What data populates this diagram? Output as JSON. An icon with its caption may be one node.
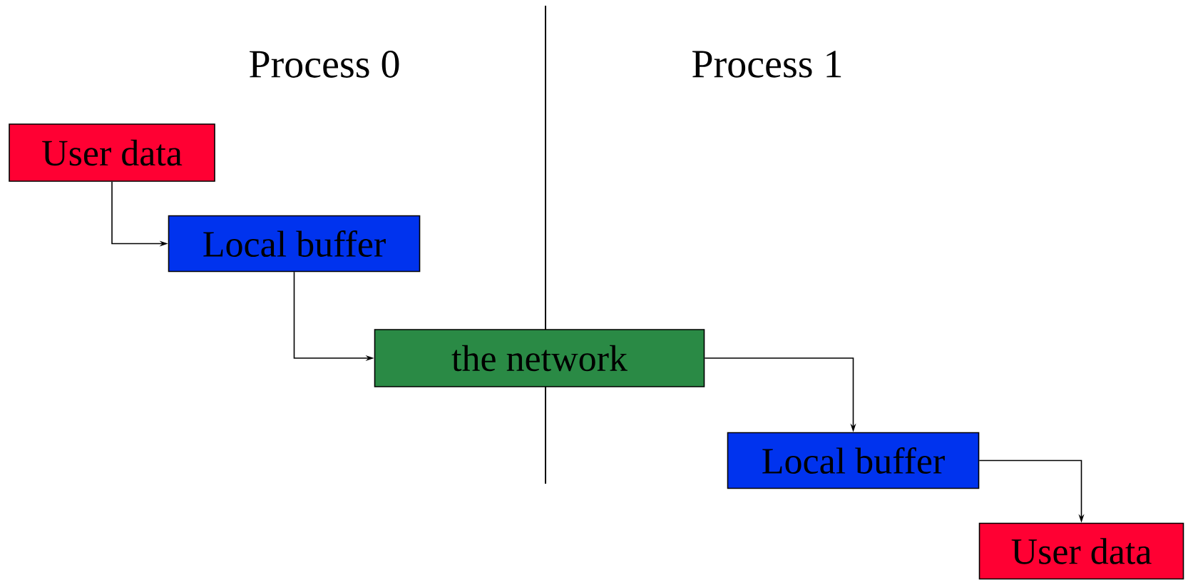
{
  "diagram": {
    "nodes": [
      {
        "text": [
          "User data"
        ]
      },
      {
        "text": [
          "Local buffer"
        ]
      },
      {
        "text": [
          "the network"
        ]
      },
      {
        "text": [
          "Local buffer"
        ]
      },
      {
        "text": [
          "User data"
        ]
      }
    ],
    "edges": [
      {
        "from": 0,
        "to": 1,
        "arrow": "to"
      },
      {
        "from": 1,
        "to": 2,
        "arrow": "to"
      },
      {
        "from": 2,
        "to": 3,
        "arrow": "to"
      },
      {
        "from": 3,
        "to": 4,
        "arrow": "to"
      }
    ],
    "labels": [
      "Process 0",
      "Process 1"
    ]
  }
}
